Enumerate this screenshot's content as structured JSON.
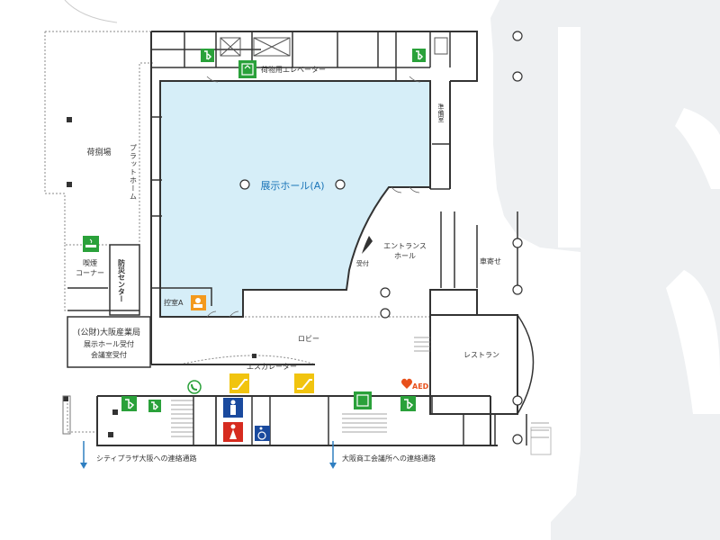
{
  "labels": {
    "hall_a": "展示ホール(A)",
    "freight_elevator": "荷物用エレベーター",
    "loading_area": "荷捌場",
    "platform": "プラットホーム",
    "preparation_room": "準備室",
    "entrance_hall_1": "エントランス",
    "entrance_hall_2": "ホール",
    "reception": "受付",
    "carriage_porch": "車寄せ",
    "smoking_1": "喫煙",
    "smoking_2": "コーナー",
    "disaster_center": "防災センター",
    "waiting_room": "控室A",
    "lobby": "ロビー",
    "restaurant": "レストラン",
    "escalator": "エスカレーター",
    "osaka_bureau": "(公財)大阪産業局",
    "bureau_sub_1": "展示ホール受付",
    "bureau_sub_2": "会議室受付",
    "aed": "AED",
    "link_cityplaza": "シティプラザ大阪への連絡通路",
    "link_chamber": "大阪商工会議所への連絡通路"
  },
  "icons": {
    "emergency_exit": "emergency-exit-icon",
    "elevator": "elevator-icon",
    "smoking": "smoking-icon",
    "phone": "phone-icon",
    "escalator": "escalator-icon",
    "restroom_male": "restroom-male-icon",
    "restroom_female": "restroom-female-icon",
    "accessible": "wheelchair-icon",
    "aed": "aed-heart-icon",
    "nursing": "nursing-room-icon"
  },
  "colors": {
    "hall": "#d6eef8",
    "hall_text": "#1b75b8",
    "exit_green": "#2aa13a",
    "escalator_yellow": "#f1c40f",
    "male_blue": "#1a4a9e",
    "female_red": "#d62b1f",
    "accessible_blue": "#1a4a9e",
    "aed_orange": "#e8501b",
    "nursing_orange": "#f39a1e",
    "link_arrow": "#2f7fc1",
    "background_road": "#eef0f2"
  }
}
